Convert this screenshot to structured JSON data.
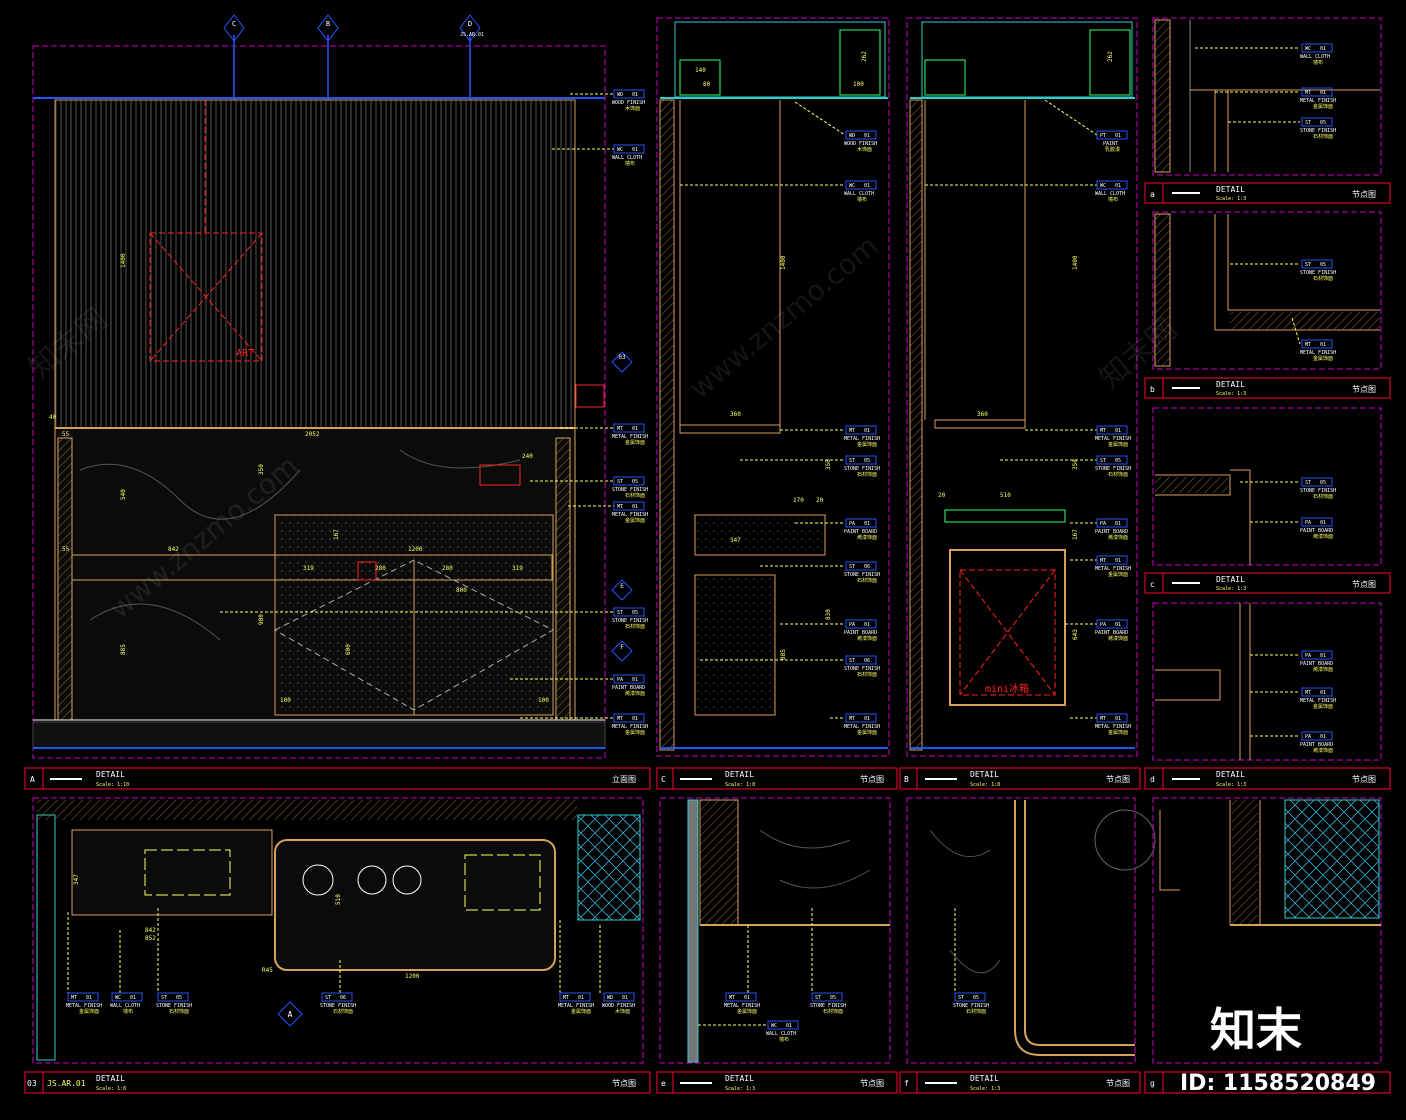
{
  "colors": {
    "background": "#000000",
    "frame": "#ff0033",
    "panel_border": "#cc00cc",
    "wall": "#d7a15a",
    "stone": "#7a7a7a",
    "text_white": "#ffffff",
    "text_yellow": "#ffff66",
    "dim_green": "#33ff66",
    "cyan": "#33cccc",
    "blue": "#2255ff",
    "red": "#ff2222"
  },
  "panels": {
    "A": {
      "letter": "A",
      "title": "DETAIL",
      "scale": "Scale: 1:10",
      "type": "立面图",
      "art_label": "ART"
    },
    "C": {
      "letter": "C",
      "title": "DETAIL",
      "scale": "Scale: 1:8",
      "type": "节点图"
    },
    "B": {
      "letter": "B",
      "title": "DETAIL",
      "scale": "Scale: 1:8",
      "type": "节点图",
      "fridge_label": "mini冰箱"
    },
    "a": {
      "letter": "a",
      "title": "DETAIL",
      "scale": "Scale: 1:3",
      "type": "节点图"
    },
    "b": {
      "letter": "b",
      "title": "DETAIL",
      "scale": "Scale: 1:3",
      "type": "节点图"
    },
    "c": {
      "letter": "c",
      "title": "DETAIL",
      "scale": "Scale: 1:3",
      "type": "节点图"
    },
    "d": {
      "letter": "d",
      "title": "DETAIL",
      "scale": "Scale: 1:3",
      "type": "节点图"
    },
    "p03": {
      "letter": "03",
      "ref": "JS.AR.01",
      "title": "DETAIL",
      "scale": "Scale: 1:8",
      "type": "节点图"
    },
    "e": {
      "letter": "e",
      "title": "DETAIL",
      "scale": "Scale: 1:3",
      "type": "节点图"
    },
    "f": {
      "letter": "f",
      "title": "DETAIL",
      "scale": "Scale: 1:3",
      "type": "节点图"
    },
    "g": {
      "letter": "g"
    }
  },
  "section_markers": {
    "top": [
      "C",
      "B",
      "D"
    ],
    "sheet": "JS.AR.01",
    "side": [
      "03",
      "E",
      "F"
    ],
    "plan": "A"
  },
  "tags": {
    "WD01": {
      "code": "WD",
      "num": "01",
      "en": "WOOD FINISH",
      "cn": "木饰面"
    },
    "WC01": {
      "code": "WC",
      "num": "01",
      "en": "WALL CLOTH",
      "cn": "墙布"
    },
    "MT01": {
      "code": "MT",
      "num": "01",
      "en": "METAL FINISH",
      "cn": "金属饰面"
    },
    "ST05": {
      "code": "ST",
      "num": "05",
      "en": "STONE FINISH",
      "cn": "石材饰面"
    },
    "ST06": {
      "code": "ST",
      "num": "06",
      "en": "STONE FINISH",
      "cn": "石材饰面"
    },
    "PA01": {
      "code": "PA",
      "num": "01",
      "en": "PAINT BOARD",
      "cn": "烤漆饰面"
    },
    "PT01": {
      "code": "PT",
      "num": "01",
      "en": "PAINT",
      "cn": "乳胶漆"
    }
  },
  "dims_A": {
    "d2052": "2052",
    "d1400": "1400",
    "d842": "842",
    "d1200": "1200",
    "d319a": "319",
    "d280a": "280",
    "d280b": "280",
    "d319b": "319",
    "d540": "540",
    "d350": "350",
    "d885": "885",
    "d600": "600",
    "d900": "900",
    "d100a": "100",
    "d100b": "100",
    "d240": "240",
    "d40": "40",
    "d55a": "55",
    "d55b": "55",
    "d800": "800",
    "d167": "167"
  },
  "dims_CB": {
    "d360": "360",
    "d1400": "1400",
    "d347": "347",
    "d170": "170",
    "d20": "20",
    "d510": "510",
    "d140": "140",
    "d262": "262",
    "d80": "80",
    "d100": "100",
    "d643": "643",
    "d830": "830",
    "d885": "885",
    "d167": "167",
    "d350": "350"
  },
  "dims_03": {
    "d842": "842",
    "d852": "852",
    "d1200": "1200",
    "d347": "347",
    "d510": "510",
    "r": "R45"
  },
  "footer": {
    "watermark_brand": "知末",
    "id_text": "ID: 1158520849"
  },
  "watermarks": [
    "www.znzmo.com",
    "知末网",
    "www.znzmo.com",
    "知末网"
  ]
}
